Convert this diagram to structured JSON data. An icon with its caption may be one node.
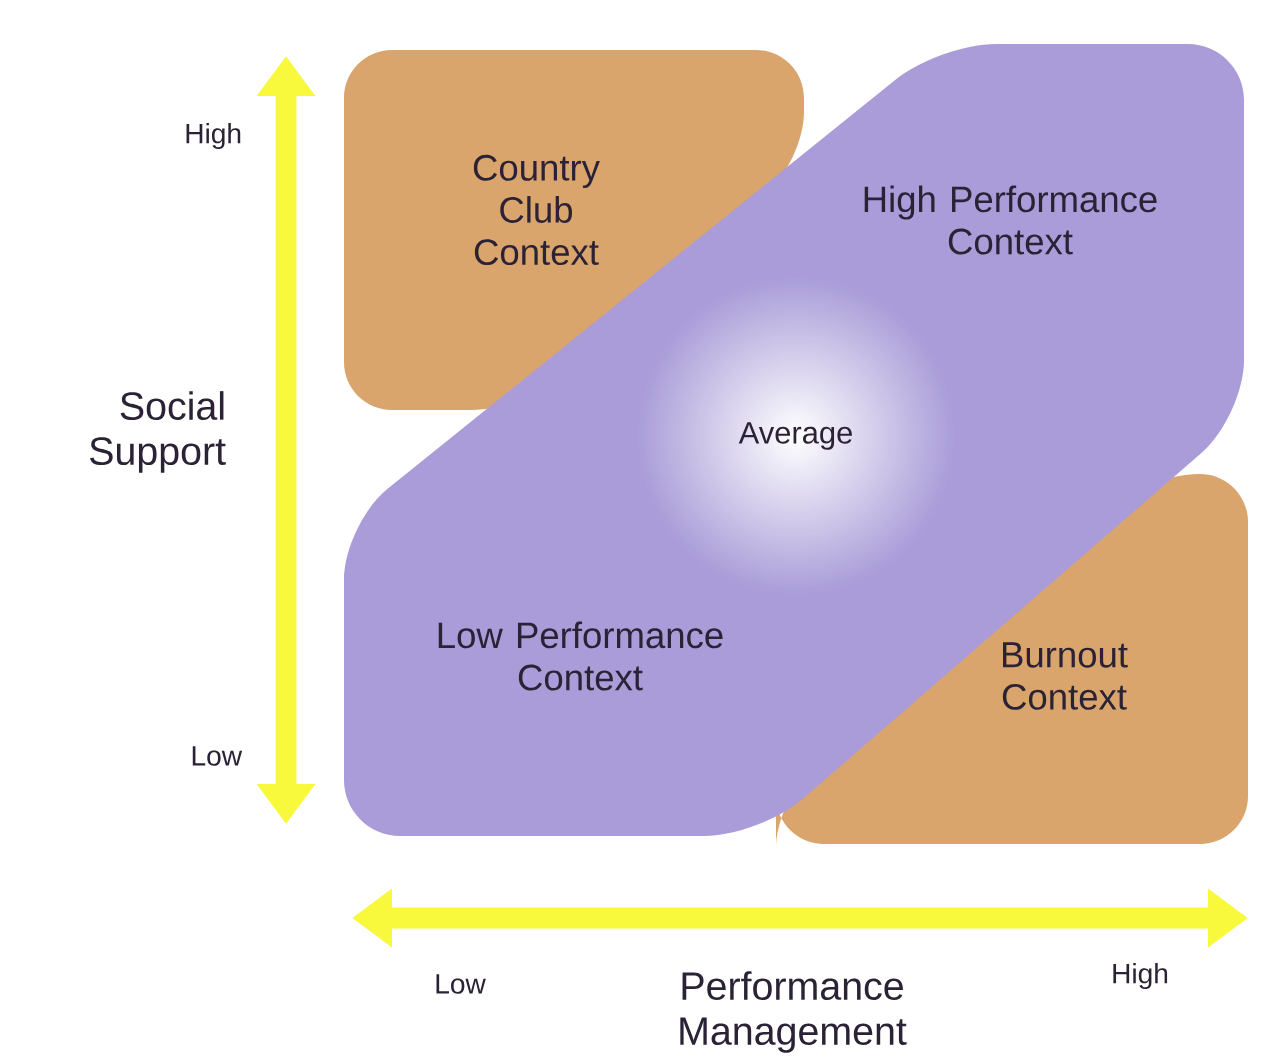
{
  "diagram": {
    "nodes": [
      {
        "text": [
          "Country Club Context"
        ]
      },
      {
        "text": [
          "High Performance Context",
          "Average",
          "Low Performance Context"
        ]
      },
      {
        "text": [
          "Burnout Context"
        ]
      }
    ],
    "labels": [
      "High",
      "Social Support",
      "Low",
      "Low",
      "Performance Management",
      "High"
    ]
  }
}
